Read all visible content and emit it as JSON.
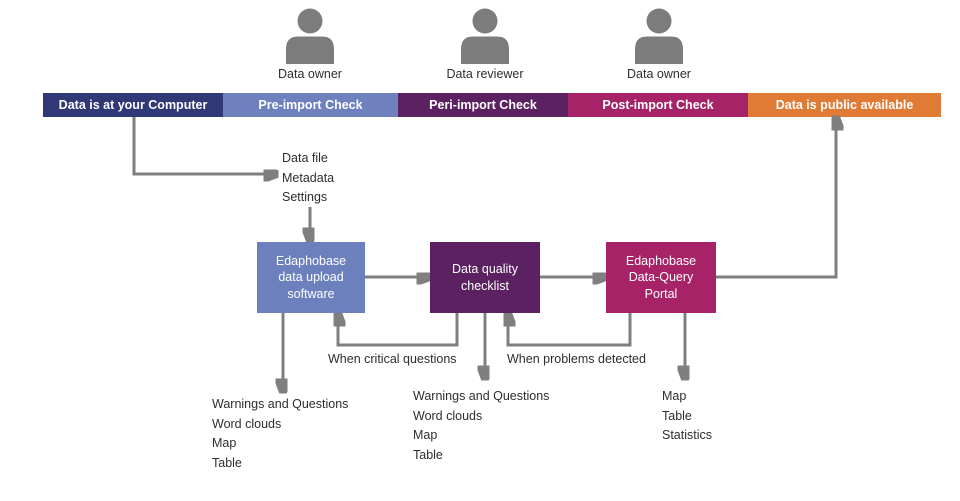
{
  "diagram": {
    "actors": [
      {
        "icon": "person-icon",
        "label": "Data owner"
      },
      {
        "icon": "person-icon",
        "label": "Data reviewer"
      },
      {
        "icon": "person-icon",
        "label": "Data owner"
      }
    ],
    "pipeline": {
      "segments": [
        {
          "label": "Data is at your Computer",
          "color": "#313876"
        },
        {
          "label": "Pre-import Check",
          "color": "#6E81BE"
        },
        {
          "label": "Peri-import Check",
          "color": "#5B2161"
        },
        {
          "label": "Post-import Check",
          "color": "#A72367"
        },
        {
          "label": "Data is public available",
          "color": "#E07B36"
        }
      ]
    },
    "input_list": {
      "items": [
        "Data file",
        "Metadata",
        "Settings"
      ]
    },
    "boxes": {
      "upload": {
        "lines": [
          "Edaphobase",
          "data upload",
          "software"
        ],
        "color": "#6C80BE"
      },
      "checklist": {
        "lines": [
          "Data quality",
          "checklist"
        ],
        "color": "#5B2161"
      },
      "portal": {
        "lines": [
          "Edaphobase",
          "Data-Query",
          "Portal"
        ],
        "color": "#A72367"
      }
    },
    "feedback": {
      "critical": "When critical questions",
      "problems": "When problems detected"
    },
    "outputs": {
      "upload": [
        "Warnings and Questions",
        "Word clouds",
        "Map",
        "Table"
      ],
      "checklist": [
        "Warnings and Questions",
        "Word clouds",
        "Map",
        "Table"
      ],
      "portal": [
        "Map",
        "Table",
        "Statistics"
      ]
    },
    "colors": {
      "arrow": "#7F7F7F",
      "person_icon": "#7C7C7C",
      "text": "#2E2E2E"
    }
  }
}
